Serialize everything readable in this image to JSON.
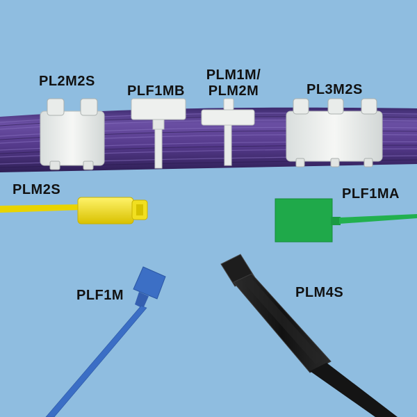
{
  "labels": {
    "pl2m2s": "PL2M2S",
    "plf1mb": "PLF1MB",
    "plm1m_line1": "PLM1M/",
    "plm1m_line2": "PLM2M",
    "pl3m2s": "PL3M2S",
    "plm2s": "PLM2S",
    "plf1ma": "PLF1MA",
    "plf1m": "PLF1M",
    "plm4s": "PLM4S"
  },
  "colors": {
    "background": "#8fbde0",
    "cable_bundle": "#5b3f8f",
    "natural_nylon": "#eef0ee",
    "yellow_tie": "#f3e21a",
    "green_tie": "#1faa4a",
    "blue_tie": "#3a6fc4",
    "black_tie": "#1b1b1b"
  }
}
